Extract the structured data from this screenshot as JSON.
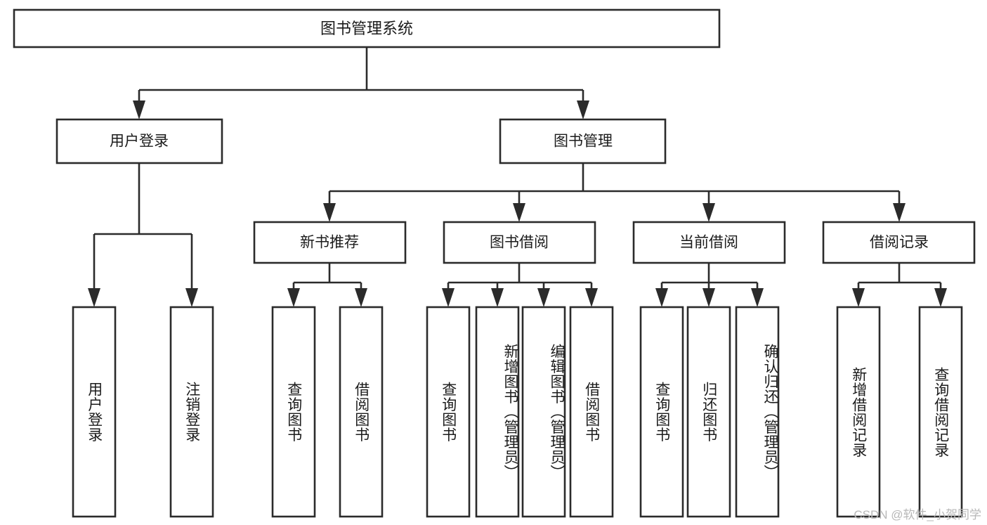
{
  "diagram": {
    "type": "tree",
    "title_node": {
      "id": "root",
      "label": "图书管理系统"
    },
    "level2": [
      {
        "id": "user-login",
        "label": "用户登录"
      },
      {
        "id": "book-mgmt",
        "label": "图书管理"
      }
    ],
    "level3": [
      {
        "id": "new-book-rec",
        "label": "新书推荐"
      },
      {
        "id": "book-borrow",
        "label": "图书借阅"
      },
      {
        "id": "current-borrow",
        "label": "当前借阅"
      },
      {
        "id": "borrow-record",
        "label": "借阅记录"
      }
    ],
    "leaves": {
      "user-login": [
        {
          "id": "leaf-user-login",
          "label": "用户登录"
        },
        {
          "id": "leaf-logout",
          "label": "注销登录"
        }
      ],
      "new-book-rec": [
        {
          "id": "leaf-query-book-1",
          "label": "查询图书"
        },
        {
          "id": "leaf-borrow-book-1",
          "label": "借阅图书"
        }
      ],
      "book-borrow": [
        {
          "id": "leaf-query-book-2",
          "label": "查询图书"
        },
        {
          "id": "leaf-add-book",
          "label": "新增图书（管理员）"
        },
        {
          "id": "leaf-edit-book",
          "label": "编辑图书（管理员）"
        },
        {
          "id": "leaf-borrow-book-2",
          "label": "借阅图书"
        }
      ],
      "current-borrow": [
        {
          "id": "leaf-query-book-3",
          "label": "查询图书"
        },
        {
          "id": "leaf-return-book",
          "label": "归还图书"
        },
        {
          "id": "leaf-confirm-return",
          "label": "确认归还（管理员）"
        }
      ],
      "borrow-record": [
        {
          "id": "leaf-add-record",
          "label": "新增借阅记录"
        },
        {
          "id": "leaf-query-record",
          "label": "查询借阅记录"
        }
      ]
    },
    "colors": {
      "box_stroke": "#2b2b2b",
      "box_fill": "#ffffff",
      "connector": "#2b2b2b",
      "text": "#1b1b1b",
      "background": "#ffffff",
      "watermark": "#b8b8b8"
    }
  },
  "watermark": {
    "text": "CSDN @软件_小贺同学"
  }
}
